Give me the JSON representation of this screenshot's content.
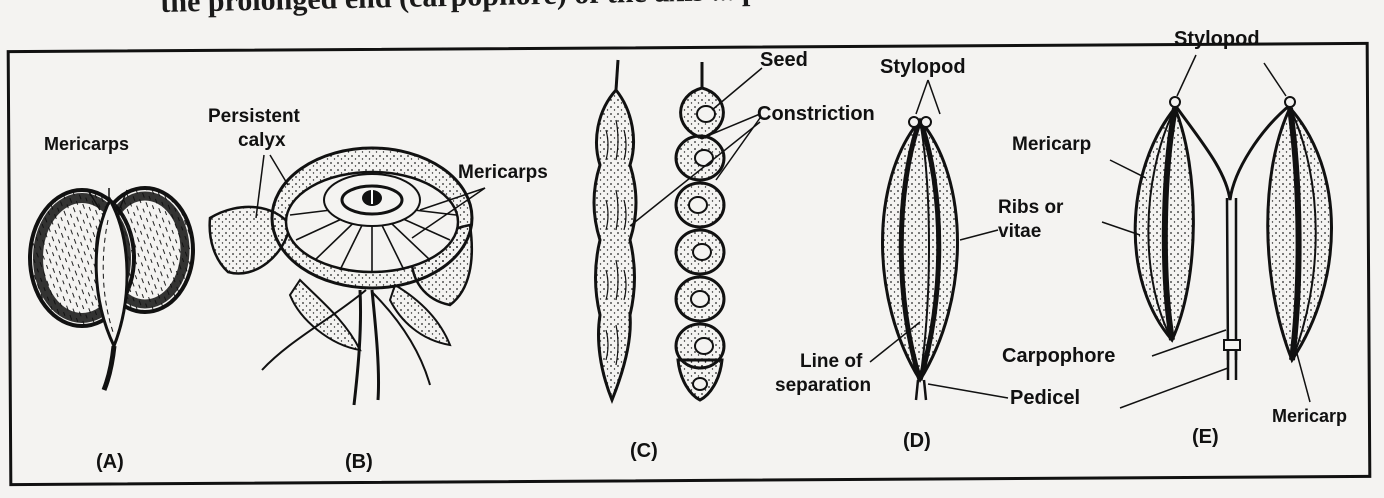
{
  "header_text": "the prolonged end (carpophore) of the axis ... p",
  "panels": {
    "a": {
      "caption": "(A)",
      "label_mericarps": "Mericarps"
    },
    "b": {
      "caption": "(B)",
      "label_persistent": "Persistent",
      "label_calyx": "calyx",
      "label_mericarps": "Mericarps"
    },
    "c": {
      "caption": "(C)",
      "label_seed": "Seed",
      "label_constriction": "Constriction"
    },
    "d": {
      "caption": "(D)",
      "label_stylopod": "Stylopod",
      "label_ribs": "Ribs or",
      "label_vitae": "vitae",
      "label_line_of": "Line of",
      "label_separation": "separation",
      "label_pedicel": "Pedicel"
    },
    "e": {
      "caption": "(E)",
      "label_stylopod": "Stylopod",
      "label_mericarp_top": "Mericarp",
      "label_carpophore": "Carpophore",
      "label_mericarp_bottom": "Mericarp"
    }
  }
}
